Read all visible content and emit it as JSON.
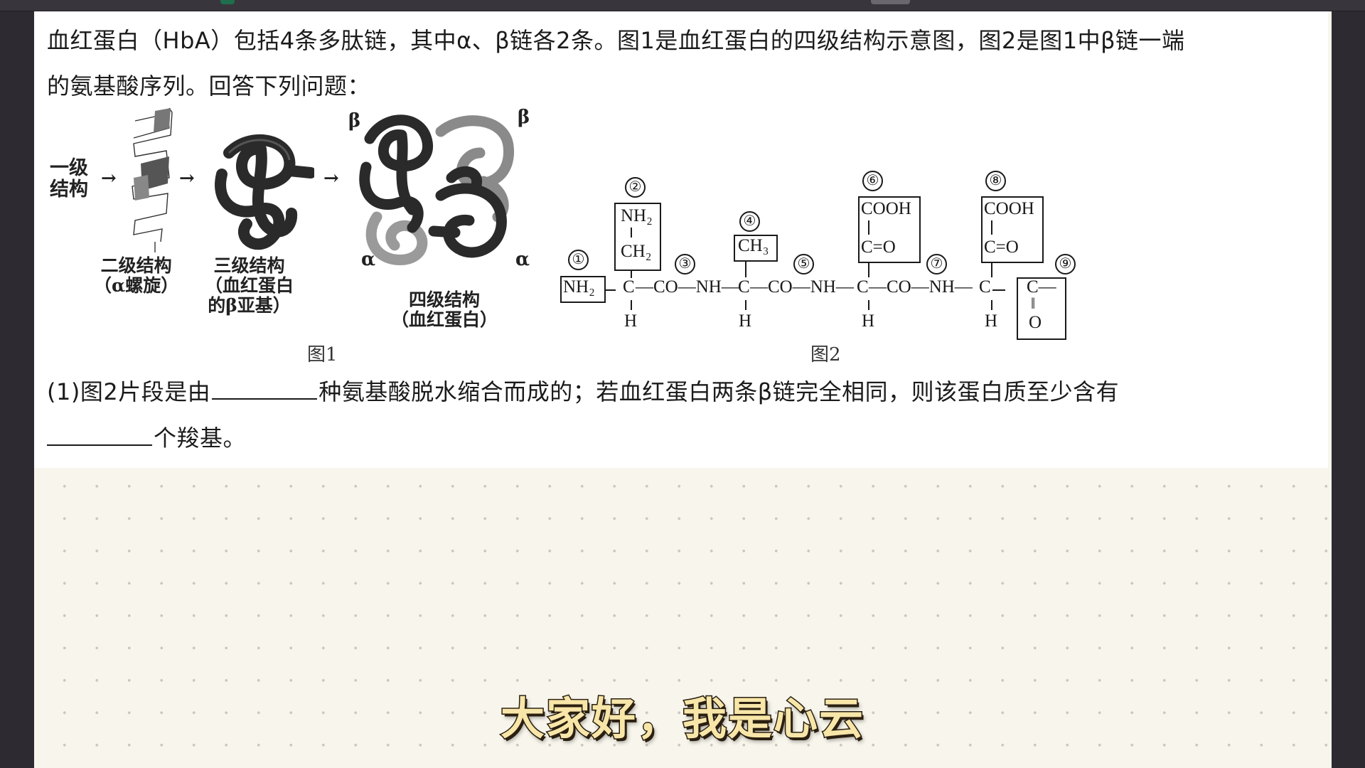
{
  "window": {
    "background": "#2d2b31",
    "canvas_color": "#f8f6ec"
  },
  "question": {
    "intro_line1": "血红蛋白（HbA）包括4条多肽链，其中α、β链各2条。图1是血红蛋白的四级结构示意图，图2是图1中β链一端",
    "intro_line2": "的氨基酸序列。回答下列问题：",
    "q1_part1": "(1)图2片段是由",
    "q1_part2": "种氨基酸脱水缩合而成的；若血红蛋白两条β链完全相同，则该蛋白质至少含有",
    "q1_part3": "个羧基。"
  },
  "figure1": {
    "caption": "图1",
    "primary": [
      "一级",
      "结构"
    ],
    "secondary": [
      "二级结构",
      "（α螺旋）"
    ],
    "tertiary": [
      "三级结构",
      "（血红蛋白",
      "的β亚基）"
    ],
    "quaternary": [
      "四级结构",
      "（血红蛋白）"
    ],
    "chain_labels": {
      "top_left": "β",
      "top_right": "β",
      "bottom_left": "α",
      "bottom_right": "α"
    },
    "arrow": "→"
  },
  "figure2": {
    "caption": "图2",
    "markers": [
      "①",
      "②",
      "③",
      "④",
      "⑤",
      "⑥",
      "⑦",
      "⑧",
      "⑨"
    ],
    "group1": "NH₂",
    "group2_top": "NH₂",
    "group2_bottom": "CH₂",
    "group4": "CH₃",
    "group6_top": "COOH",
    "group6_bottom": "C=O",
    "group8_top": "COOH",
    "group8_bottom": "C=O",
    "group9_top": "C—",
    "group9_bottom": "O",
    "backbone": {
      "seg1": "—C—CO—NH—",
      "seg2": "C",
      "seg3": "—CO—NH—",
      "seg4": "C",
      "seg5": "—CO—NH—",
      "seg6": "C",
      "seg7": "—C—CO—NH—"
    },
    "h": "H",
    "c": "C",
    "bond_v": "|",
    "bond_dbl": "‖",
    "bonds": [
      "—CO—NH—",
      "—CO—NH—",
      "—CO—NH—"
    ]
  },
  "subtitle": {
    "text": "大家好，我是心云"
  }
}
